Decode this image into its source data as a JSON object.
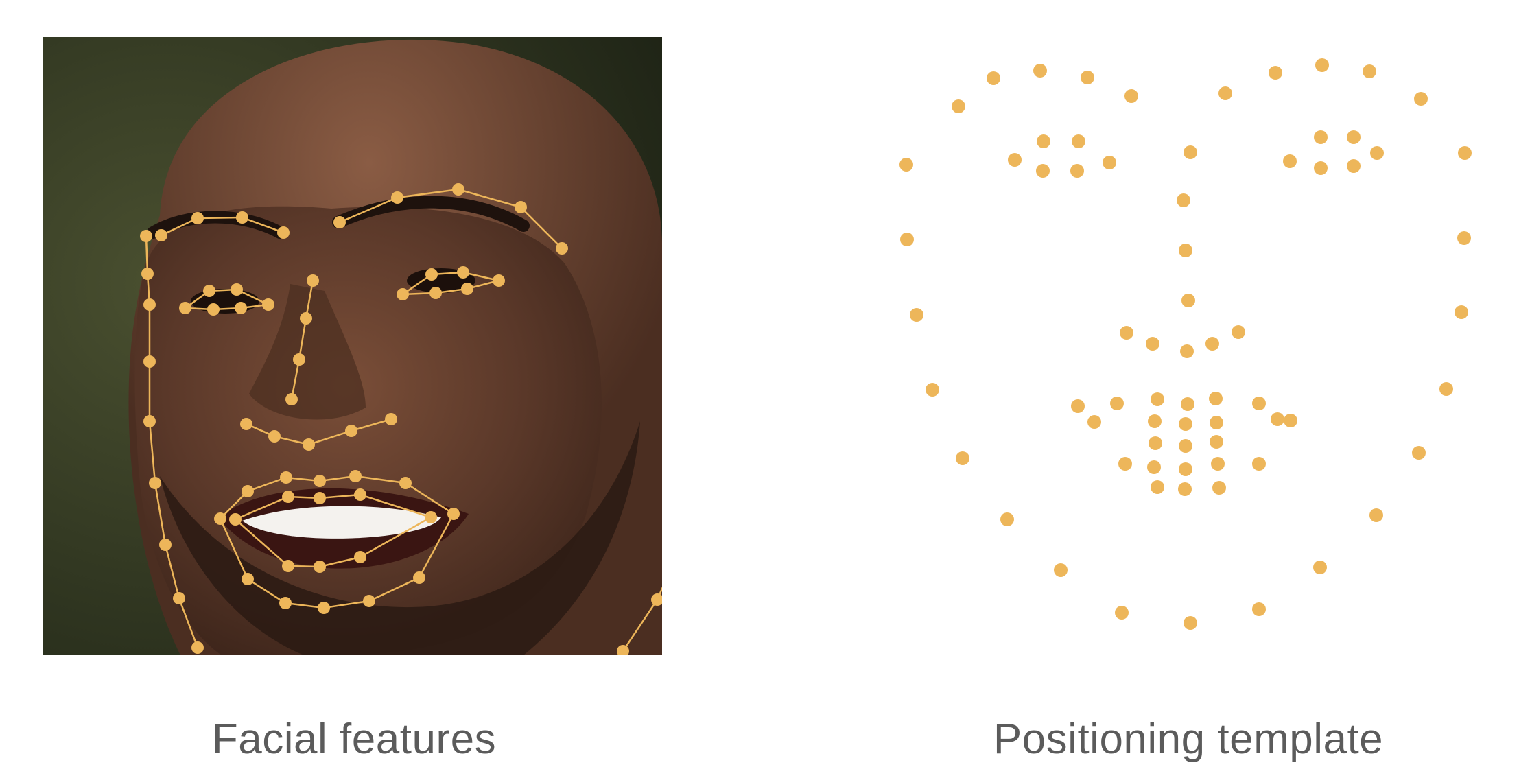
{
  "captions": {
    "left": "Facial features",
    "right": "Positioning template"
  },
  "colors": {
    "landmark": "#EDB65A",
    "caption": "#5b5b5b",
    "background": "#ffffff",
    "photo_backdrop": "#3a3f22",
    "skin": "#5a3a2b"
  },
  "icons": {
    "photo": "face-photo",
    "template": "landmark-dot-grid"
  }
}
